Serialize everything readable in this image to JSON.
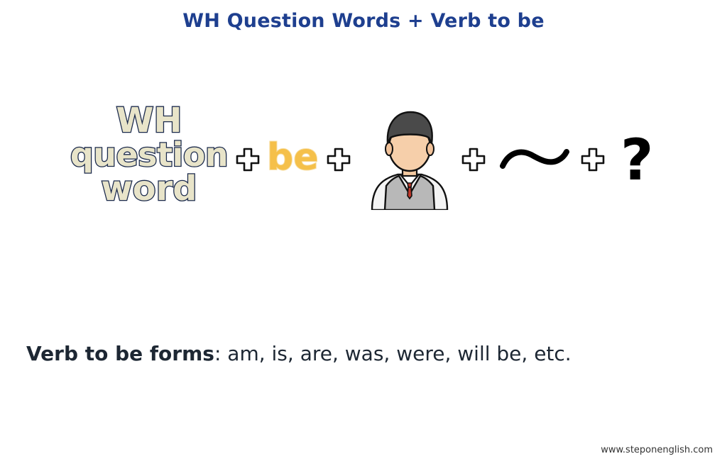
{
  "header": {
    "title": "WH Question Words + Verb to be"
  },
  "formula": {
    "wh_lines": [
      "WH",
      "question",
      "word"
    ],
    "verb": "be",
    "tilde": "~",
    "question_mark": "?",
    "subject_icon": "person-icon",
    "plus_icon": "plus-icon",
    "colors": {
      "wh_fill": "#e8e4c9",
      "wh_outline": "#1b2a4c",
      "be_fill": "#f5c04a",
      "title": "#1e3f8f"
    }
  },
  "forms": {
    "label": "Verb to be forms",
    "values": ": am, is, are, was, were, will be, etc."
  },
  "footer": {
    "website": "www.steponenglish.com"
  }
}
